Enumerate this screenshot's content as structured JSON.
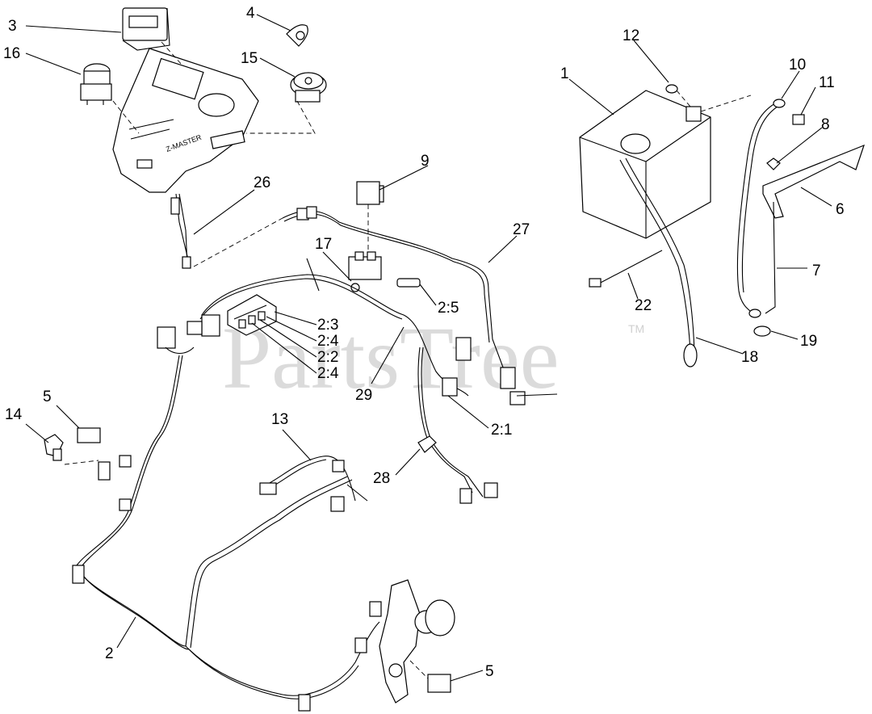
{
  "watermark": {
    "text": "PartsTree",
    "trademark": "TM"
  },
  "callouts": [
    {
      "id": "c1",
      "text": "1"
    },
    {
      "id": "c2a",
      "text": "2"
    },
    {
      "id": "c2_1",
      "text": "2:1"
    },
    {
      "id": "c2_2",
      "text": "2:2"
    },
    {
      "id": "c2_3",
      "text": "2:3"
    },
    {
      "id": "c2_4a",
      "text": "2:4"
    },
    {
      "id": "c2_4b",
      "text": "2:4"
    },
    {
      "id": "c2_5",
      "text": "2:5"
    },
    {
      "id": "c3",
      "text": "3"
    },
    {
      "id": "c4",
      "text": "4"
    },
    {
      "id": "c5a",
      "text": "5"
    },
    {
      "id": "c5b",
      "text": "5"
    },
    {
      "id": "c6",
      "text": "6"
    },
    {
      "id": "c7",
      "text": "7"
    },
    {
      "id": "c8",
      "text": "8"
    },
    {
      "id": "c9",
      "text": "9"
    },
    {
      "id": "c10",
      "text": "10"
    },
    {
      "id": "c11",
      "text": "11"
    },
    {
      "id": "c12",
      "text": "12"
    },
    {
      "id": "c13",
      "text": "13"
    },
    {
      "id": "c14",
      "text": "14"
    },
    {
      "id": "c15",
      "text": "15"
    },
    {
      "id": "c16",
      "text": "16"
    },
    {
      "id": "c17",
      "text": "17"
    },
    {
      "id": "c18",
      "text": "18"
    },
    {
      "id": "c19",
      "text": "19"
    },
    {
      "id": "c22",
      "text": "22"
    },
    {
      "id": "c26",
      "text": "26"
    },
    {
      "id": "c27",
      "text": "27"
    },
    {
      "id": "c28",
      "text": "28"
    },
    {
      "id": "c29",
      "text": "29"
    }
  ]
}
